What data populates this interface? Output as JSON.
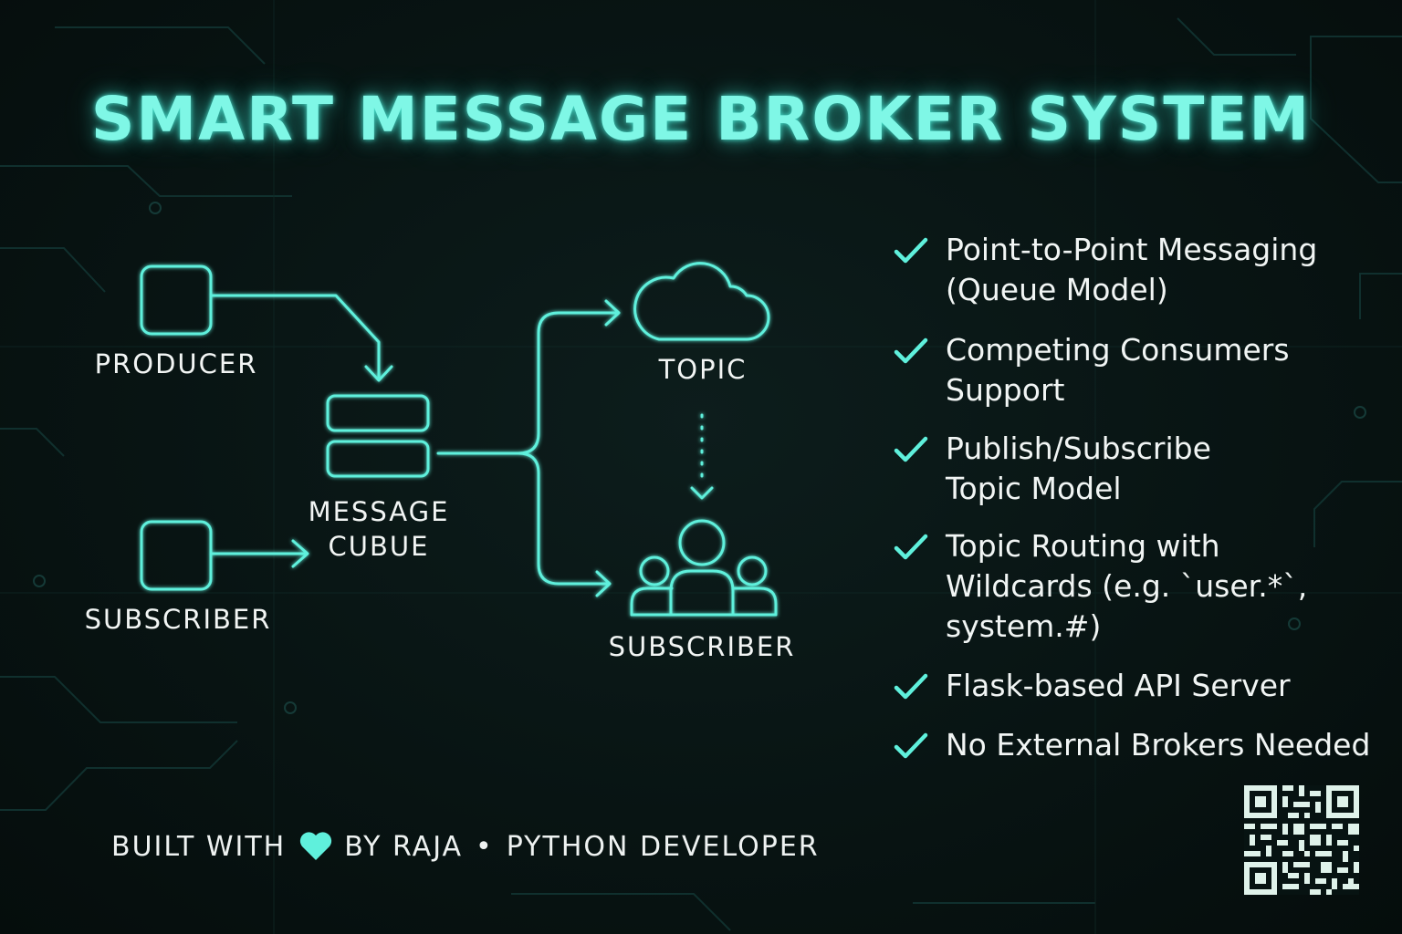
{
  "title": "SMART MESSAGE BROKER SYSTEM",
  "colors": {
    "accent": "#5ff0dc",
    "accent_glow": "#7ff7e6",
    "background": "#081413",
    "text": "#f2f5f4"
  },
  "diagram": {
    "producer": {
      "label": "PRODUCER",
      "icon": "square-node-icon"
    },
    "subscriber_left": {
      "label": "SUBSCRIBER",
      "icon": "square-node-icon"
    },
    "message_cube": {
      "label_line1": "MESSAGE",
      "label_line2": "CUBUE",
      "icon": "stack-database-icon"
    },
    "topic": {
      "label": "TOPIC",
      "icon": "cloud-icon"
    },
    "subscriber_right": {
      "label": "SUBSCRIBER",
      "icon": "users-group-icon"
    }
  },
  "features": [
    {
      "line1": "Point-to-Point Messaging",
      "line2": "(Queue Model)",
      "line3": ""
    },
    {
      "line1": "Competing Consumers",
      "line2": "Support",
      "line3": ""
    },
    {
      "line1": "Publish/Subscribe",
      "line2": "Topic Model",
      "line3": ""
    },
    {
      "line1": "Topic Routing with",
      "line2": "Wildcards (e.g. `user.*`,",
      "line3": "system.#)"
    },
    {
      "line1": "Flask-based API Server",
      "line2": "",
      "line3": ""
    },
    {
      "line1": "No External Brokers Needed",
      "line2": "",
      "line3": ""
    }
  ],
  "footer": {
    "built_with": "BUILT WITH",
    "heart_icon": "heart-icon",
    "by": "BY RAJA",
    "separator": "•",
    "role": "PYTHON DEVELOPER"
  },
  "qr_icon": "qr-code-icon"
}
